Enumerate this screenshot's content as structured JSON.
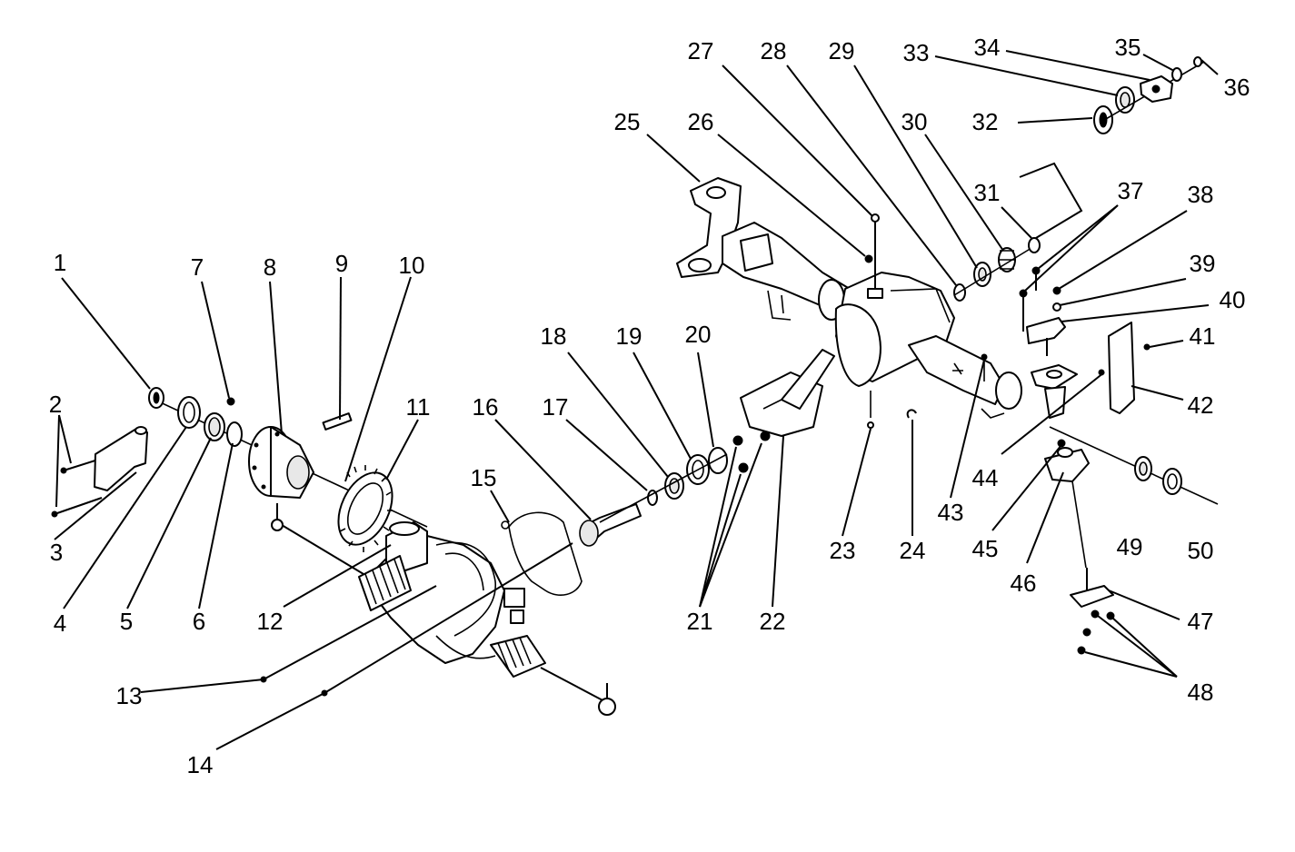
{
  "callouts": [
    {
      "id": "1",
      "text": "1"
    },
    {
      "id": "2",
      "text": "2"
    },
    {
      "id": "3",
      "text": "3"
    },
    {
      "id": "4",
      "text": "4"
    },
    {
      "id": "5",
      "text": "5"
    },
    {
      "id": "6",
      "text": "6"
    },
    {
      "id": "7",
      "text": "7"
    },
    {
      "id": "8",
      "text": "8"
    },
    {
      "id": "9",
      "text": "9"
    },
    {
      "id": "10",
      "text": "10"
    },
    {
      "id": "11",
      "text": "11"
    },
    {
      "id": "12",
      "text": "12"
    },
    {
      "id": "13",
      "text": "13"
    },
    {
      "id": "14",
      "text": "14"
    },
    {
      "id": "15",
      "text": "15"
    },
    {
      "id": "16",
      "text": "16"
    },
    {
      "id": "17",
      "text": "17"
    },
    {
      "id": "18",
      "text": "18"
    },
    {
      "id": "19",
      "text": "19"
    },
    {
      "id": "20",
      "text": "20"
    },
    {
      "id": "21",
      "text": "21"
    },
    {
      "id": "22",
      "text": "22"
    },
    {
      "id": "23",
      "text": "23"
    },
    {
      "id": "24",
      "text": "24"
    },
    {
      "id": "25",
      "text": "25"
    },
    {
      "id": "26",
      "text": "26"
    },
    {
      "id": "27",
      "text": "27"
    },
    {
      "id": "28",
      "text": "28"
    },
    {
      "id": "29",
      "text": "29"
    },
    {
      "id": "30",
      "text": "30"
    },
    {
      "id": "31",
      "text": "31"
    },
    {
      "id": "32",
      "text": "32"
    },
    {
      "id": "33",
      "text": "33"
    },
    {
      "id": "34",
      "text": "34"
    },
    {
      "id": "35",
      "text": "35"
    },
    {
      "id": "36",
      "text": "36"
    },
    {
      "id": "37",
      "text": "37"
    },
    {
      "id": "38",
      "text": "38"
    },
    {
      "id": "39",
      "text": "39"
    },
    {
      "id": "40",
      "text": "40"
    },
    {
      "id": "41",
      "text": "41"
    },
    {
      "id": "42",
      "text": "42"
    },
    {
      "id": "43",
      "text": "43"
    },
    {
      "id": "44",
      "text": "44"
    },
    {
      "id": "45",
      "text": "45"
    },
    {
      "id": "46",
      "text": "46"
    },
    {
      "id": "47",
      "text": "47"
    },
    {
      "id": "48",
      "text": "48"
    },
    {
      "id": "49",
      "text": "49"
    },
    {
      "id": "50",
      "text": "50"
    }
  ],
  "colors": {
    "line": "#000000",
    "background": "#ffffff"
  }
}
